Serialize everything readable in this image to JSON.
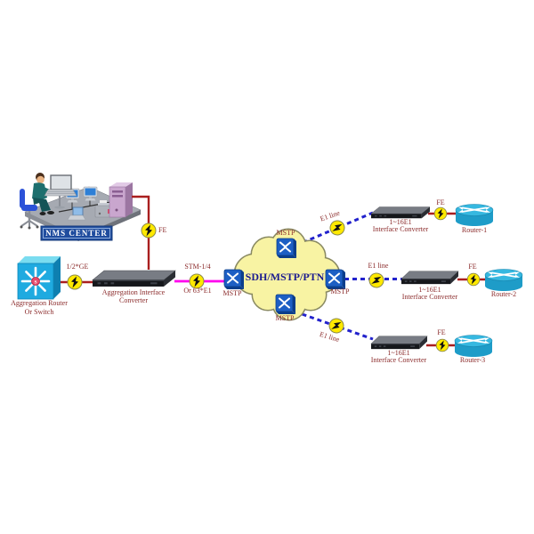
{
  "nms": {
    "banner": "NMS CENTER"
  },
  "aggregation_router": {
    "line1": "Aggregation Router",
    "line2": "Or Switch",
    "s_mark": "S"
  },
  "links": {
    "ge": "1/2*GE",
    "fe": "FE",
    "stm_line1": "STM-1/4",
    "stm_line2": "Or 63*E1"
  },
  "aggregation_converter": {
    "line1": "Aggregation Interface",
    "line2": "Converter"
  },
  "cloud": {
    "label": "SDH/MSTP/PTN",
    "mstp": [
      "MSTP",
      "MSTP",
      "MSTP",
      "MSTP"
    ]
  },
  "branches": [
    {
      "e1_label": "E1 line",
      "converter_line1": "1~16E1",
      "converter_line2": "Interface Converter",
      "fe_label": "FE",
      "router_label": "Router-1"
    },
    {
      "e1_label": "E1 line",
      "converter_line1": "1~16E1",
      "converter_line2": "Interface Converter",
      "fe_label": "FE",
      "router_label": "Router-2"
    },
    {
      "e1_label": "E1 line",
      "converter_line1": "1~16E1",
      "converter_line2": "Interface Converter",
      "fe_label": "FE",
      "router_label": "Router-3"
    }
  ],
  "colors": {
    "line_red": "#A91F1F",
    "line_magenta": "#FF00EE",
    "line_blue_dashed": "#2222CC",
    "connector_yellow": "#FFE900",
    "cloud_fill": "#F8F3A3",
    "node_blue": "#1D5FC4",
    "label_maroon": "#8B2B2B",
    "cloud_text_navy": "#1B1B8F",
    "banner_blue": "#1F4C9E"
  }
}
